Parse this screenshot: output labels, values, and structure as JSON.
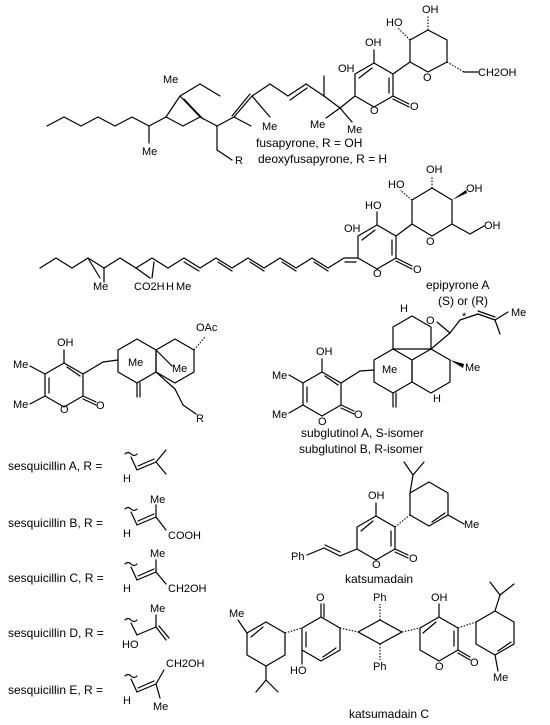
{
  "captions": {
    "fusapyrone": "fusapyrone, R = OH",
    "deoxyfusapyrone": "deoxyfusapyrone, R = H",
    "epipyrone": "epipyrone A",
    "subglutinol_stereo": "(S) or (R)",
    "subglutinol_a": "subglutinol A, S-isomer",
    "subglutinol_b": "subglutinol B, R-isomer",
    "katsumadain": "katsumadain",
    "katsumadain_c": "katsumadain C",
    "sesquicillin": [
      "sesquicillin A, R =",
      "sesquicillin B, R =",
      "sesquicillin C, R =",
      "sesquicillin D, R =",
      "sesquicillin E, R ="
    ]
  },
  "atoms": {
    "oh": "OH",
    "ho": "HO",
    "o": "O",
    "me": "Me",
    "r": "R",
    "h": "H",
    "ch2oh": "CH2OH",
    "co2h": "CO2H",
    "oac": "OAc",
    "cooh": "COOH",
    "ph": "Ph",
    "star": "*"
  }
}
